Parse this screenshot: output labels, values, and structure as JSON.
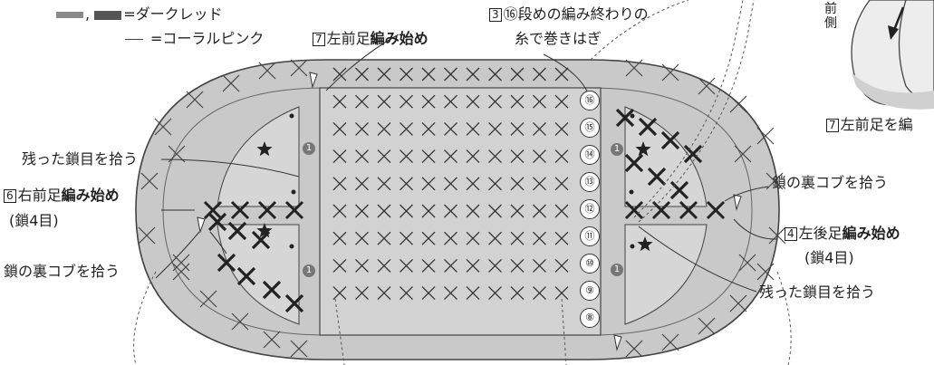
{
  "legend": {
    "swatch_separator": ",",
    "dark_red_label": "=ダークレッド",
    "coral_pink_label": "=コーラルピンク",
    "dark_red_color": "#777777",
    "coral_pink_color": "#555555"
  },
  "labels": {
    "left_front_start_num": "7",
    "left_front_start_prefix": "左前足",
    "left_front_start_bold": "編み始め",
    "bind_off_num": "3",
    "bind_off_line1": "⑯段めの編み終わりの",
    "bind_off_line2": "糸で巻きはぎ",
    "pick_remaining_left": "残った鎖目を拾う",
    "right_front_start_num": "6",
    "right_front_start_prefix": "右前足",
    "right_front_start_bold": "編み始め",
    "right_front_start_sub": "(鎖4目)",
    "pick_back_bump_left": "鎖の裏コブを拾う",
    "pick_back_bump_right": "鎖の裏コブを拾う",
    "left_back_start_num": "4",
    "left_back_start_prefix": "左後足",
    "left_back_start_bold": "編み始め",
    "left_back_start_sub": "(鎖4目)",
    "pick_remaining_right": "残った鎖目を拾う",
    "inset_side": "前側",
    "inset_caption_num": "7",
    "inset_caption": "左前足を編"
  },
  "rows": [
    "⑯",
    "⑮",
    "⑭",
    "⑬",
    "⑫",
    "⑪",
    "⑩",
    "⑨",
    "⑧"
  ],
  "step_marker": "❶"
}
